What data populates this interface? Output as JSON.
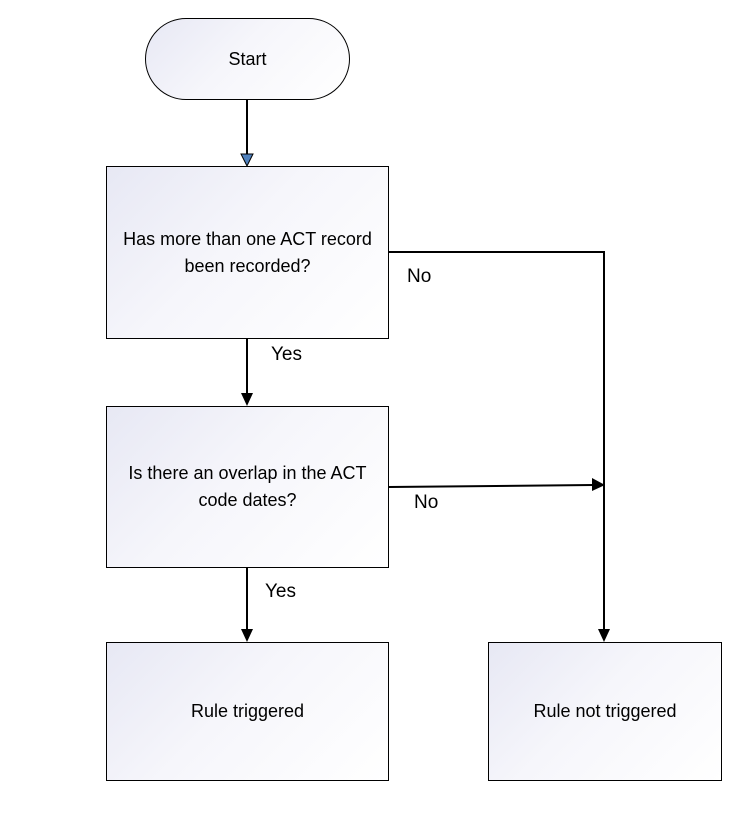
{
  "nodes": {
    "start": "Start",
    "decision_1": "Has more than one ACT record been recorded?",
    "decision_2": "Is there an overlap in the ACT code dates?",
    "outcome_triggered": "Rule triggered",
    "outcome_not_triggered": "Rule not triggered"
  },
  "edges": {
    "decision_1_yes": "Yes",
    "decision_1_no": "No",
    "decision_2_yes": "Yes",
    "decision_2_no": "No"
  },
  "colors": {
    "node_border": "#000000",
    "node_fill_start": "#e7e8f4",
    "node_fill_end": "#ffffff",
    "start_arrowhead": "#4f81bd",
    "line": "#000000"
  }
}
